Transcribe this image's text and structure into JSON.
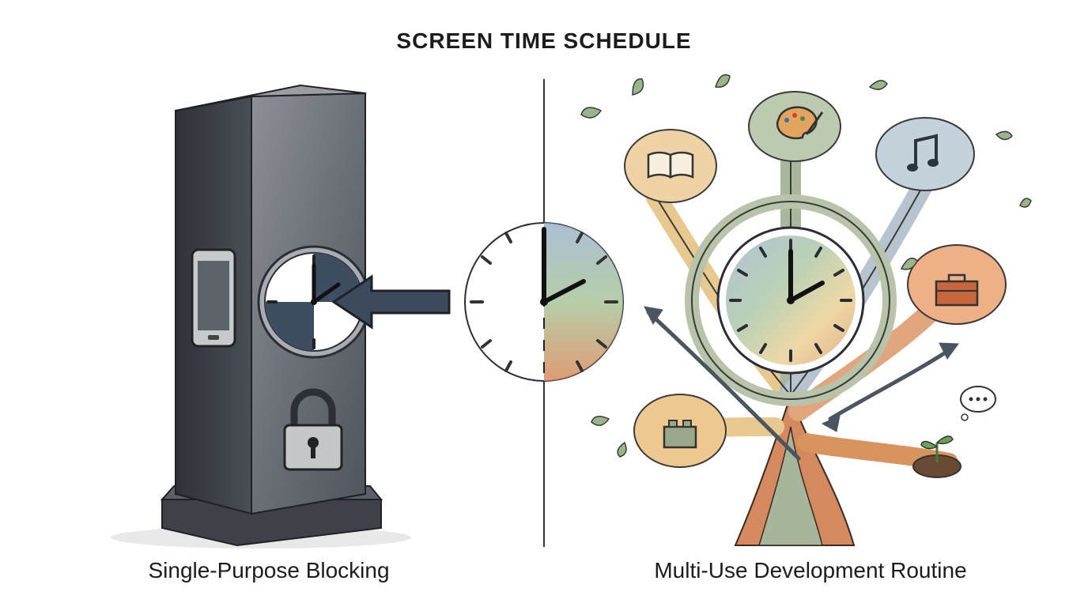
{
  "title": "SCREEN TIME SCHEDULE",
  "left": {
    "caption": "Single-Purpose Blocking"
  },
  "right": {
    "caption": "Multi-Use Development Routine"
  },
  "icons": [
    "phone-icon",
    "lock-icon",
    "clock-icon",
    "arrow-left-icon",
    "book-icon",
    "palette-icon",
    "music-note-icon",
    "toolbox-icon",
    "building-block-icon",
    "seedling-icon",
    "speech-bubble-icon"
  ],
  "colors": {
    "stone": "#4a4e55",
    "blue": "#8fa9c4",
    "green": "#9bb58a",
    "orange": "#d9935e",
    "ochre": "#e8c478",
    "ink": "#2a2d33"
  }
}
